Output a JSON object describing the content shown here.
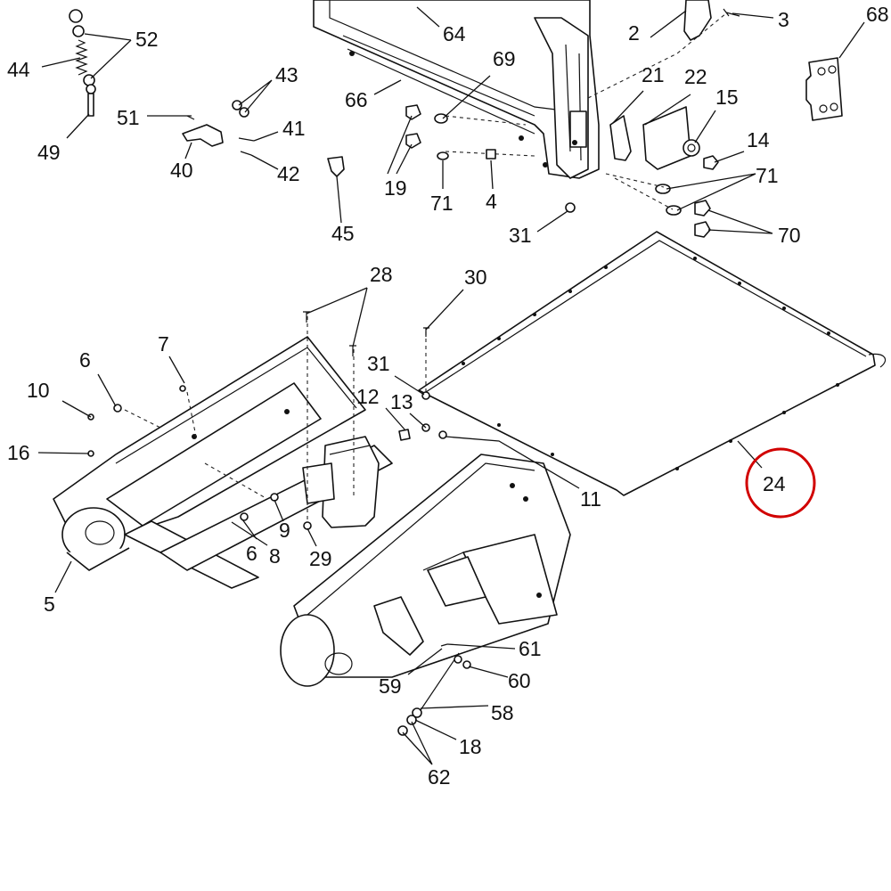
{
  "labels": {
    "l64": "64",
    "l2": "2",
    "l3": "3",
    "l68": "68",
    "l52": "52",
    "l44": "44",
    "l43": "43",
    "l69": "69",
    "l66": "66",
    "l21": "21",
    "l22": "22",
    "l15": "15",
    "l14": "14",
    "l51": "51",
    "l41": "41",
    "l40": "40",
    "l42": "42",
    "l49": "49",
    "l19": "19",
    "l71a": "71",
    "l4": "4",
    "l71b": "71",
    "l70": "70",
    "l45": "45",
    "l31a": "31",
    "l28": "28",
    "l30": "30",
    "l7": "7",
    "l6a": "6",
    "l10": "10",
    "l31b": "31",
    "l12": "12",
    "l13": "13",
    "l16": "16",
    "l24": "24",
    "l11": "11",
    "l9": "9",
    "l6b": "6",
    "l8": "8",
    "l29": "29",
    "l5": "5",
    "l61": "61",
    "l59": "59",
    "l60": "60",
    "l58": "58",
    "l18": "18",
    "l62": "62"
  },
  "highlight": {
    "label": "24",
    "color": "#d10000"
  }
}
